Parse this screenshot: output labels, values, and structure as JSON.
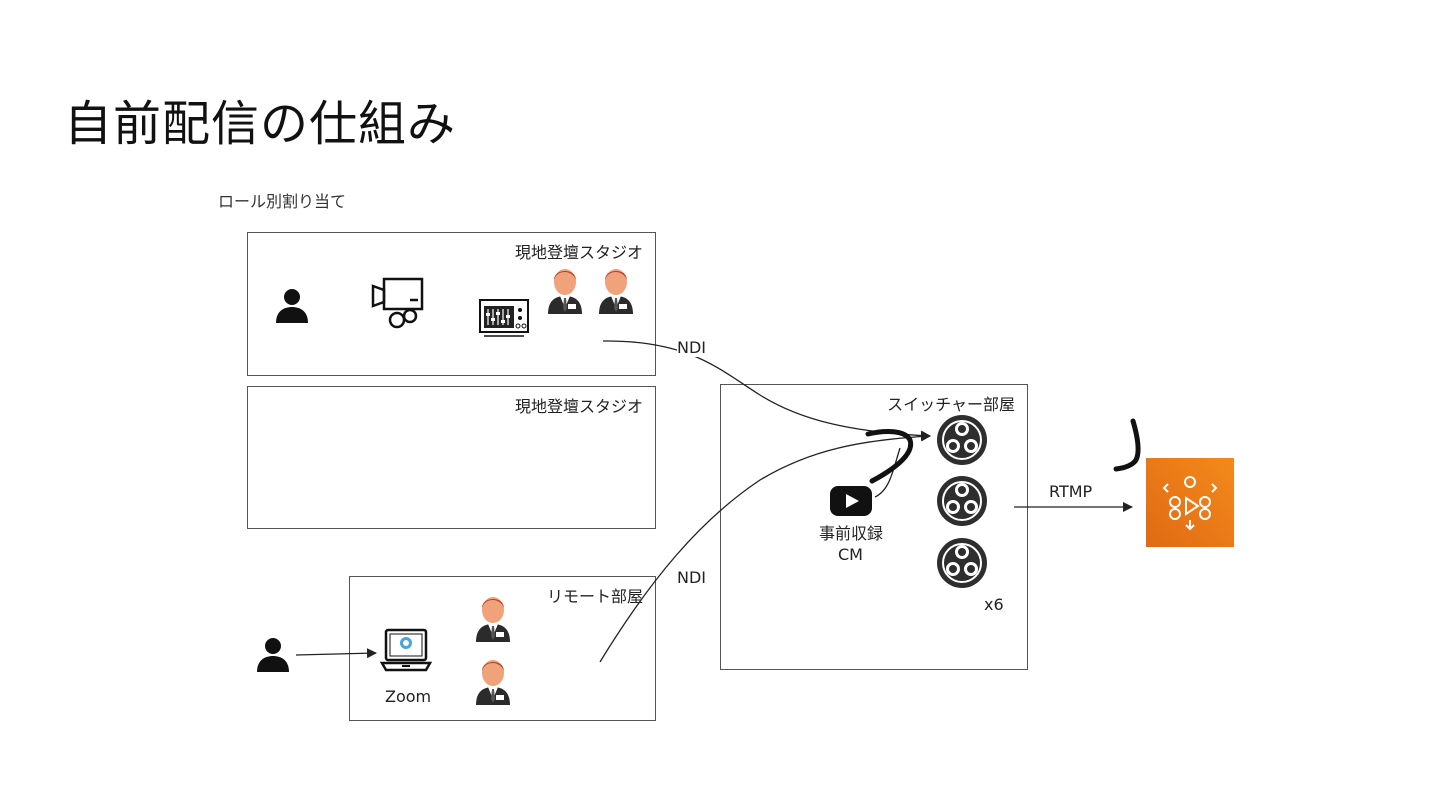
{
  "slide": {
    "title": "自前配信の仕組み",
    "subtitle": "ロール別割り当て"
  },
  "rooms": {
    "studio1": {
      "label": "現地登壇スタジオ"
    },
    "studio2": {
      "label": "現地登壇スタジオ"
    },
    "remote": {
      "label": "リモート部屋"
    },
    "switcher": {
      "label": "スイッチャー部屋"
    }
  },
  "labels": {
    "ndi_top": "NDI",
    "ndi_bottom": "NDI",
    "rtmp": "RTMP",
    "zoom": "Zoom",
    "preroll_line1": "事前収録",
    "preroll_line2": "CM",
    "obs_count": "x6"
  },
  "colors": {
    "medialive_top": "#f38a1c",
    "medialive_bottom": "#e06a12",
    "line": "#222222"
  }
}
